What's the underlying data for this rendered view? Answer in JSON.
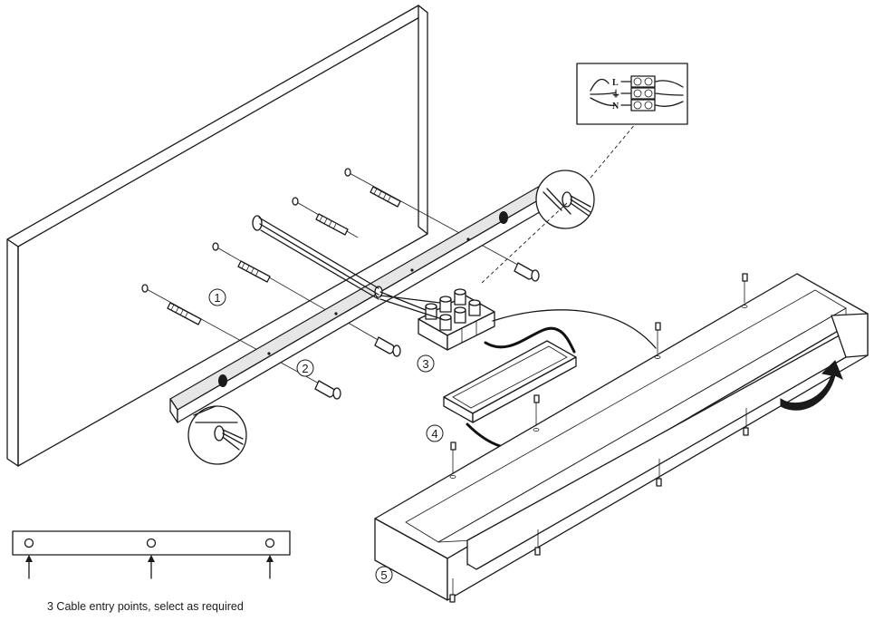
{
  "callouts": {
    "c1": "1",
    "c2": "2",
    "c3": "3",
    "c4": "4",
    "c5": "5"
  },
  "terminal_inset": {
    "live": "L",
    "earth": "⏚",
    "neutral": "N"
  },
  "caption": "3 Cable entry points, select as required"
}
